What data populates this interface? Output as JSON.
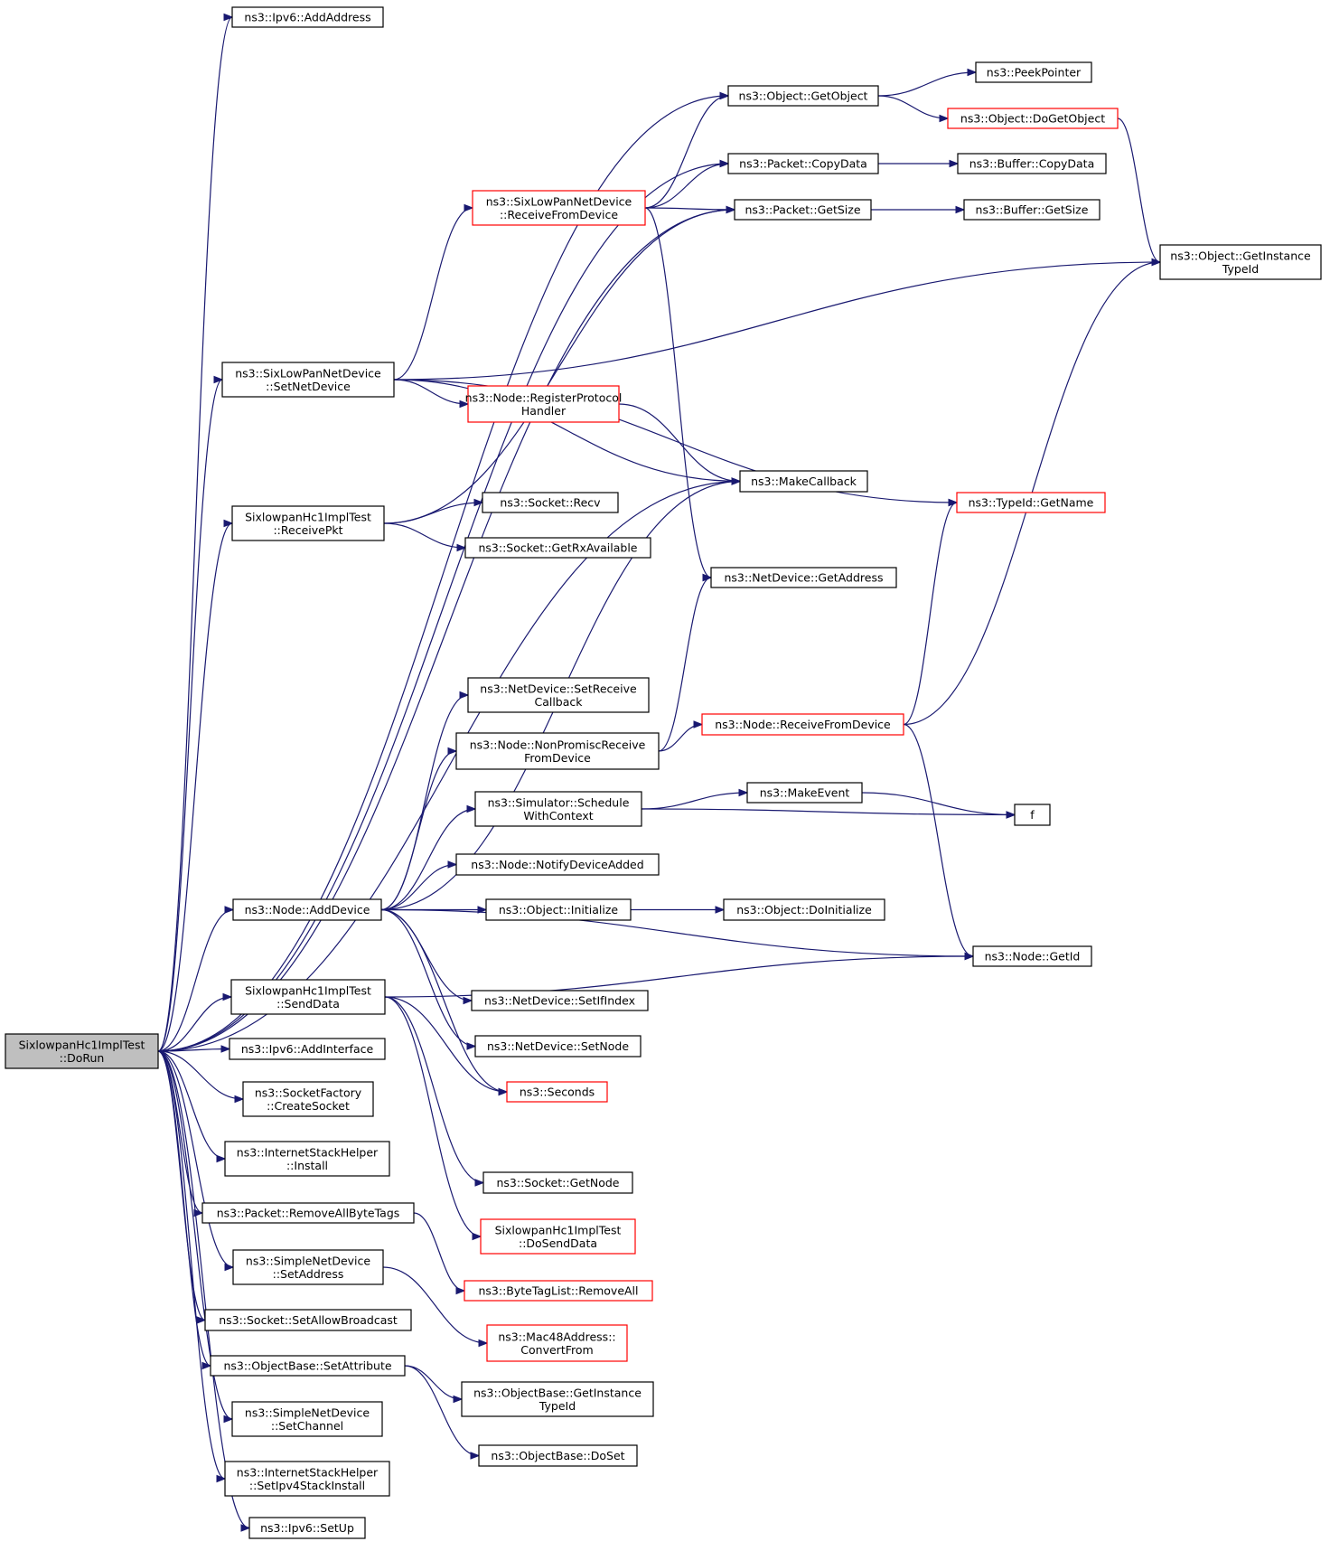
{
  "nodes": [
    {
      "id": "dorun",
      "lines": [
        "SixlowpanHc1ImplTest",
        "::DoRun"
      ],
      "style": "root"
    },
    {
      "id": "ipv6_addaddress",
      "lines": [
        "ns3::Ipv6::AddAddress"
      ],
      "style": "black"
    },
    {
      "id": "object_getobject",
      "lines": [
        "ns3::Object::GetObject"
      ],
      "style": "black"
    },
    {
      "id": "peekpointer",
      "lines": [
        "ns3::PeekPointer"
      ],
      "style": "black"
    },
    {
      "id": "object_dogetobject",
      "lines": [
        "ns3::Object::DoGetObject"
      ],
      "style": "red"
    },
    {
      "id": "packet_copydata",
      "lines": [
        "ns3::Packet::CopyData"
      ],
      "style": "black"
    },
    {
      "id": "buffer_copydata",
      "lines": [
        "ns3::Buffer::CopyData"
      ],
      "style": "black"
    },
    {
      "id": "sixlowpan_receivefromdevice",
      "lines": [
        "ns3::SixLowPanNetDevice",
        "::ReceiveFromDevice"
      ],
      "style": "red"
    },
    {
      "id": "packet_getsize",
      "lines": [
        "ns3::Packet::GetSize"
      ],
      "style": "black"
    },
    {
      "id": "buffer_getsize",
      "lines": [
        "ns3::Buffer::GetSize"
      ],
      "style": "black"
    },
    {
      "id": "object_getinstancetypeid",
      "lines": [
        "ns3::Object::GetInstance",
        "TypeId"
      ],
      "style": "black"
    },
    {
      "id": "sixlowpan_setnetdevice",
      "lines": [
        "ns3::SixLowPanNetDevice",
        "::SetNetDevice"
      ],
      "style": "black"
    },
    {
      "id": "node_registerprotocolhandler",
      "lines": [
        "ns3::Node::RegisterProtocol",
        "Handler"
      ],
      "style": "red"
    },
    {
      "id": "makecallback",
      "lines": [
        "ns3::MakeCallback"
      ],
      "style": "black"
    },
    {
      "id": "typeid_getname",
      "lines": [
        "ns3::TypeId::GetName"
      ],
      "style": "red"
    },
    {
      "id": "receivepkt",
      "lines": [
        "SixlowpanHc1ImplTest",
        "::ReceivePkt"
      ],
      "style": "black"
    },
    {
      "id": "socket_recv",
      "lines": [
        "ns3::Socket::Recv"
      ],
      "style": "black"
    },
    {
      "id": "socket_getrxavailable",
      "lines": [
        "ns3::Socket::GetRxAvailable"
      ],
      "style": "black"
    },
    {
      "id": "netdevice_getaddress",
      "lines": [
        "ns3::NetDevice::GetAddress"
      ],
      "style": "black"
    },
    {
      "id": "netdevice_setreceivecallback",
      "lines": [
        "ns3::NetDevice::SetReceive",
        "Callback"
      ],
      "style": "black"
    },
    {
      "id": "node_nonpromiscreceive",
      "lines": [
        "ns3::Node::NonPromiscReceive",
        "FromDevice"
      ],
      "style": "black"
    },
    {
      "id": "node_receivefromdevice",
      "lines": [
        "ns3::Node::ReceiveFromDevice"
      ],
      "style": "red"
    },
    {
      "id": "simulator_schedulewithcontext",
      "lines": [
        "ns3::Simulator::Schedule",
        "WithContext"
      ],
      "style": "black"
    },
    {
      "id": "makeevent",
      "lines": [
        "ns3::MakeEvent"
      ],
      "style": "black"
    },
    {
      "id": "f",
      "lines": [
        "f"
      ],
      "style": "black"
    },
    {
      "id": "node_notifydeviceadded",
      "lines": [
        "ns3::Node::NotifyDeviceAdded"
      ],
      "style": "black"
    },
    {
      "id": "node_adddevice",
      "lines": [
        "ns3::Node::AddDevice"
      ],
      "style": "black"
    },
    {
      "id": "object_initialize",
      "lines": [
        "ns3::Object::Initialize"
      ],
      "style": "black"
    },
    {
      "id": "object_doinitialize",
      "lines": [
        "ns3::Object::DoInitialize"
      ],
      "style": "black"
    },
    {
      "id": "node_getid",
      "lines": [
        "ns3::Node::GetId"
      ],
      "style": "black"
    },
    {
      "id": "senddata",
      "lines": [
        "SixlowpanHc1ImplTest",
        "::SendData"
      ],
      "style": "black"
    },
    {
      "id": "netdevice_setifindex",
      "lines": [
        "ns3::NetDevice::SetIfIndex"
      ],
      "style": "black"
    },
    {
      "id": "netdevice_setnode",
      "lines": [
        "ns3::NetDevice::SetNode"
      ],
      "style": "black"
    },
    {
      "id": "ipv6_addinterface",
      "lines": [
        "ns3::Ipv6::AddInterface"
      ],
      "style": "black"
    },
    {
      "id": "seconds",
      "lines": [
        "ns3::Seconds"
      ],
      "style": "red"
    },
    {
      "id": "socketfactory_createsocket",
      "lines": [
        "ns3::SocketFactory",
        "::CreateSocket"
      ],
      "style": "black"
    },
    {
      "id": "internetstackhelper_install",
      "lines": [
        "ns3::InternetStackHelper",
        "::Install"
      ],
      "style": "black"
    },
    {
      "id": "socket_getnode",
      "lines": [
        "ns3::Socket::GetNode"
      ],
      "style": "black"
    },
    {
      "id": "dosenddata",
      "lines": [
        "SixlowpanHc1ImplTest",
        "::DoSendData"
      ],
      "style": "red"
    },
    {
      "id": "packet_removeallbytetags",
      "lines": [
        "ns3::Packet::RemoveAllByteTags"
      ],
      "style": "black"
    },
    {
      "id": "bytetaglist_removeall",
      "lines": [
        "ns3::ByteTagList::RemoveAll"
      ],
      "style": "red"
    },
    {
      "id": "simplenetdevice_setaddress",
      "lines": [
        "ns3::SimpleNetDevice",
        "::SetAddress"
      ],
      "style": "black"
    },
    {
      "id": "mac48address_convertfrom",
      "lines": [
        "ns3::Mac48Address::",
        "ConvertFrom"
      ],
      "style": "red"
    },
    {
      "id": "socket_setallowbroadcast",
      "lines": [
        "ns3::Socket::SetAllowBroadcast"
      ],
      "style": "black"
    },
    {
      "id": "objectbase_setattribute",
      "lines": [
        "ns3::ObjectBase::SetAttribute"
      ],
      "style": "black"
    },
    {
      "id": "objectbase_getinstancetypeid",
      "lines": [
        "ns3::ObjectBase::GetInstance",
        "TypeId"
      ],
      "style": "black"
    },
    {
      "id": "simplenetdevice_setchannel",
      "lines": [
        "ns3::SimpleNetDevice",
        "::SetChannel"
      ],
      "style": "black"
    },
    {
      "id": "objectbase_doset",
      "lines": [
        "ns3::ObjectBase::DoSet"
      ],
      "style": "black"
    },
    {
      "id": "internetstackhelper_setipv4stackinstall",
      "lines": [
        "ns3::InternetStackHelper",
        "::SetIpv4StackInstall"
      ],
      "style": "black"
    },
    {
      "id": "ipv6_setup",
      "lines": [
        "ns3::Ipv6::SetUp"
      ],
      "style": "black"
    }
  ],
  "edges": [
    [
      "dorun",
      "ipv6_addaddress"
    ],
    [
      "dorun",
      "object_getobject"
    ],
    [
      "dorun",
      "packet_copydata"
    ],
    [
      "dorun",
      "packet_getsize"
    ],
    [
      "dorun",
      "sixlowpan_setnetdevice"
    ],
    [
      "dorun",
      "receivepkt"
    ],
    [
      "dorun",
      "makecallback"
    ],
    [
      "dorun",
      "node_adddevice"
    ],
    [
      "dorun",
      "senddata"
    ],
    [
      "dorun",
      "ipv6_addinterface"
    ],
    [
      "dorun",
      "socketfactory_createsocket"
    ],
    [
      "dorun",
      "internetstackhelper_install"
    ],
    [
      "dorun",
      "packet_removeallbytetags"
    ],
    [
      "dorun",
      "simplenetdevice_setaddress"
    ],
    [
      "dorun",
      "socket_setallowbroadcast"
    ],
    [
      "dorun",
      "objectbase_setattribute"
    ],
    [
      "dorun",
      "simplenetdevice_setchannel"
    ],
    [
      "dorun",
      "internetstackhelper_setipv4stackinstall"
    ],
    [
      "dorun",
      "ipv6_setup"
    ],
    [
      "object_getobject",
      "peekpointer"
    ],
    [
      "object_getobject",
      "object_dogetobject"
    ],
    [
      "object_dogetobject",
      "object_getinstancetypeid"
    ],
    [
      "packet_copydata",
      "buffer_copydata"
    ],
    [
      "packet_getsize",
      "buffer_getsize"
    ],
    [
      "sixlowpan_receivefromdevice",
      "object_getobject"
    ],
    [
      "sixlowpan_receivefromdevice",
      "packet_copydata"
    ],
    [
      "sixlowpan_receivefromdevice",
      "packet_getsize"
    ],
    [
      "sixlowpan_receivefromdevice",
      "netdevice_getaddress"
    ],
    [
      "sixlowpan_setnetdevice",
      "sixlowpan_receivefromdevice"
    ],
    [
      "sixlowpan_setnetdevice",
      "object_getinstancetypeid"
    ],
    [
      "sixlowpan_setnetdevice",
      "node_registerprotocolhandler"
    ],
    [
      "sixlowpan_setnetdevice",
      "makecallback"
    ],
    [
      "sixlowpan_setnetdevice",
      "typeid_getname"
    ],
    [
      "node_registerprotocolhandler",
      "makecallback"
    ],
    [
      "receivepkt",
      "packet_getsize"
    ],
    [
      "receivepkt",
      "socket_recv"
    ],
    [
      "receivepkt",
      "socket_getrxavailable"
    ],
    [
      "node_adddevice",
      "makecallback"
    ],
    [
      "node_adddevice",
      "netdevice_setreceivecallback"
    ],
    [
      "node_adddevice",
      "node_nonpromiscreceive"
    ],
    [
      "node_adddevice",
      "simulator_schedulewithcontext"
    ],
    [
      "node_adddevice",
      "node_notifydeviceadded"
    ],
    [
      "node_adddevice",
      "object_initialize"
    ],
    [
      "node_adddevice",
      "node_getid"
    ],
    [
      "node_adddevice",
      "netdevice_setifindex"
    ],
    [
      "node_adddevice",
      "netdevice_setnode"
    ],
    [
      "node_adddevice",
      "seconds"
    ],
    [
      "node_nonpromiscreceive",
      "netdevice_getaddress"
    ],
    [
      "node_nonpromiscreceive",
      "node_receivefromdevice"
    ],
    [
      "node_receivefromdevice",
      "typeid_getname"
    ],
    [
      "node_receivefromdevice",
      "object_getinstancetypeid"
    ],
    [
      "node_receivefromdevice",
      "node_getid"
    ],
    [
      "simulator_schedulewithcontext",
      "makeevent"
    ],
    [
      "simulator_schedulewithcontext",
      "f"
    ],
    [
      "makeevent",
      "f"
    ],
    [
      "object_initialize",
      "object_doinitialize"
    ],
    [
      "senddata",
      "seconds"
    ],
    [
      "senddata",
      "node_getid"
    ],
    [
      "senddata",
      "socket_getnode"
    ],
    [
      "senddata",
      "dosenddata"
    ],
    [
      "packet_removeallbytetags",
      "bytetaglist_removeall"
    ],
    [
      "simplenetdevice_setaddress",
      "mac48address_convertfrom"
    ],
    [
      "objectbase_setattribute",
      "objectbase_getinstancetypeid"
    ],
    [
      "objectbase_setattribute",
      "objectbase_doset"
    ]
  ]
}
